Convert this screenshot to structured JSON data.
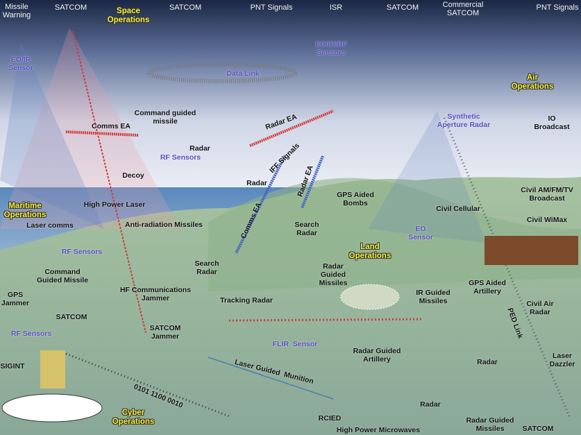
{
  "colors": {
    "sky_top": "#1b2744",
    "sky_light": "#e8ecf4",
    "sea": "#4f7fb4",
    "land": "#8fae96",
    "ops_label": "#f4ec3a",
    "sensor_label": "#5a4fc0",
    "beam": "#d23a3a"
  },
  "space": {
    "missile_warning": "Missile\nWarning",
    "satcom_1": "SATCOM",
    "satcom_2": "SATCOM",
    "pnt_1": "PNT Signals",
    "isr": "ISR",
    "satcom_3": "SATCOM",
    "commercial_satcom": "Commercial\nSATCOM",
    "pnt_2": "PNT Signals"
  },
  "operations": {
    "space": "Space\nOperations",
    "air": "Air\nOperations",
    "maritime": "Maritime\nOperations",
    "land": "Land\nOperations",
    "cyber": "Cyber\nOperations"
  },
  "sensors": {
    "eo_ir": "EO/IR\nSensor",
    "eo_ir_rf": "EO/IR/RF\nSensors",
    "data_link": "Data Link",
    "rf_air": "RF Sensors",
    "rf_sea": "RF Sensors",
    "sar": "Synthetic\nAperture Radar",
    "eo": "EO\nSensor",
    "rf_land": "RF Sensors",
    "flir": "FLIR  Sensor"
  },
  "labels": {
    "command_guided_missile_air": "Command guided\nmissile",
    "comms_ea_air": "Comms EA",
    "radar_ea_air": "Radar EA",
    "radar_air": "Radar",
    "decoy": "Decoy",
    "iff": "IFF Signals",
    "radar_air2": "Radar",
    "radar_ea_vert": "Radar EA",
    "comms_ea_vert": "Comms EA",
    "gps_bombs": "GPS Aided\nBombs",
    "hpl": "High Power Laser",
    "laser_comms": "Laser comms",
    "arm": "Anti-radiation Missiles",
    "search_radar_1": "Search\nRadar",
    "cgm_sea": "Command\nGuided Missile",
    "search_radar_2": "Search\nRadar",
    "rgm_1": "Radar\nGuided\nMissiles",
    "hf_jammer": "HF Communications\nJammer",
    "tracking_radar": "Tracking Radar",
    "gps_jammer": "GPS\nJammer",
    "satcom_ground": "SATCOM",
    "satcom_jammer": "SATCOM\nJammer",
    "sigint": "SIGINT",
    "io_broadcast": "IO\nBroadcast",
    "civil_am": "Civil AM/FM/TV\nBroadcast",
    "civil_cellular": "Civil Cellular",
    "civil_wimax": "Civil WiMax",
    "gps_artillery": "GPS Aided\nArtillery",
    "ir_missiles": "IR Guided\nMissiles",
    "civil_air_radar": "Civil Air\nRadar",
    "ped_link": "PED Link",
    "rg_artillery": "Radar Guided\nArtillery",
    "laser_dazzler": "Laser\nDazzler",
    "radar_land1": "Radar",
    "lgm": "Laser Guided  Munition",
    "binary": "0101 1100 0010",
    "radar_land2": "Radar",
    "rcied": "RCIED",
    "hpm": "High Power Microwaves",
    "rgm_2": "Radar Guided\nMissiles",
    "satcom_land": "SATCOM"
  }
}
